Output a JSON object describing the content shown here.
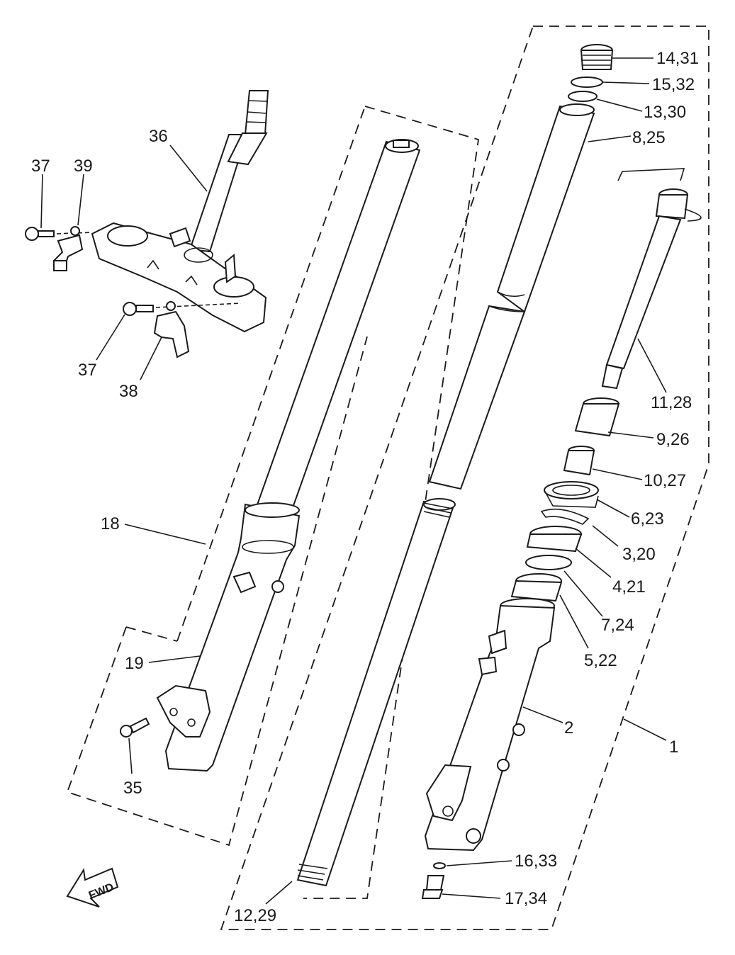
{
  "diagram": {
    "fwd_label": "FWD",
    "callouts": [
      {
        "id": "c1",
        "text": "1"
      },
      {
        "id": "c2",
        "text": "2"
      },
      {
        "id": "c3",
        "text": "3,20"
      },
      {
        "id": "c4",
        "text": "4,21"
      },
      {
        "id": "c5",
        "text": "5,22"
      },
      {
        "id": "c6",
        "text": "6,23"
      },
      {
        "id": "c7",
        "text": "7,24"
      },
      {
        "id": "c8",
        "text": "8,25"
      },
      {
        "id": "c9",
        "text": "9,26"
      },
      {
        "id": "c10",
        "text": "10,27"
      },
      {
        "id": "c11",
        "text": "11,28"
      },
      {
        "id": "c12",
        "text": "12,29"
      },
      {
        "id": "c13",
        "text": "13,30"
      },
      {
        "id": "c14",
        "text": "14,31"
      },
      {
        "id": "c15",
        "text": "15,32"
      },
      {
        "id": "c16",
        "text": "16,33"
      },
      {
        "id": "c17",
        "text": "17,34"
      },
      {
        "id": "c18",
        "text": "18"
      },
      {
        "id": "c19",
        "text": "19"
      },
      {
        "id": "c35",
        "text": "35"
      },
      {
        "id": "c36",
        "text": "36"
      },
      {
        "id": "c37a",
        "text": "37"
      },
      {
        "id": "c37b",
        "text": "37"
      },
      {
        "id": "c38",
        "text": "38"
      },
      {
        "id": "c39",
        "text": "39"
      }
    ]
  }
}
